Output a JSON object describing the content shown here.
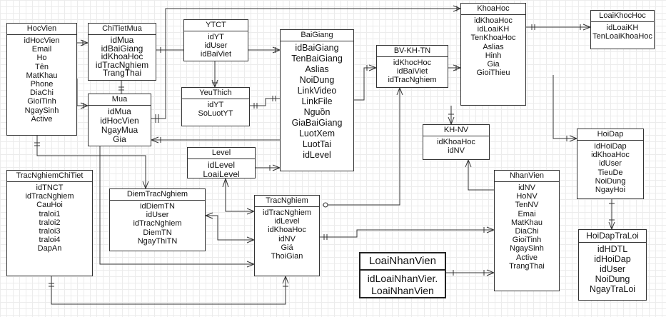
{
  "diagram": {
    "entities": [
      {
        "id": "hocvien",
        "title": "HocVien",
        "fields": [
          "idHocVien",
          "Email",
          "Ho",
          "Tên",
          "MatKhau",
          "Phone",
          "DiaChi",
          "GioiTinh",
          "NgaySinh",
          "Active"
        ]
      },
      {
        "id": "chitietmua",
        "title": "ChiTietMua",
        "fields": [
          "idMua",
          "idBaiGiang",
          "idKhoaHoc",
          "idTracNghiem",
          "TrangThai"
        ]
      },
      {
        "id": "mua",
        "title": "Mua",
        "fields": [
          "idMua",
          "idHocVien",
          "NgayMua",
          "Gia"
        ]
      },
      {
        "id": "ytct",
        "title": "YTCT",
        "fields": [
          "idYT",
          "idUser",
          "idBaiViet"
        ]
      },
      {
        "id": "yeuthich",
        "title": "YeuThich",
        "fields": [
          "idYT",
          "SoLuotYT"
        ]
      },
      {
        "id": "baigiang",
        "title": "BaiGiang",
        "fields": [
          "idBaiGiang",
          "TenBaiGiang",
          "Aslias",
          "NoiDung",
          "LinkVideo",
          "LinkFile",
          "Nguồn",
          "GiaBaiGiang",
          "LuotXem",
          "LuotTai",
          "idLevel"
        ]
      },
      {
        "id": "bvkhtn",
        "title": "BV-KH-TN",
        "fields": [
          "idKhocHoc",
          "idBaiViet",
          "idTracNghiem"
        ]
      },
      {
        "id": "khoahoc",
        "title": "KhoaHoc",
        "fields": [
          "idKhoaHoc",
          "idLoaiKH",
          "TenKhoaHoc",
          "Aslias",
          "Hinh",
          "Gia",
          "GioiThieu"
        ]
      },
      {
        "id": "loaikhoachoc",
        "title": "LoaiKhocHoc",
        "fields": [
          "idLoaiKH",
          "TenLoaiKhoaHoc"
        ]
      },
      {
        "id": "khnv",
        "title": "KH-NV",
        "fields": [
          "idKhoaHoc",
          "idNV"
        ]
      },
      {
        "id": "hoidap",
        "title": "HoiDap",
        "fields": [
          "idHoiDap",
          "idKhoaHoc",
          "idUser",
          "TieuDe",
          "NoiDung",
          "NgayHoi"
        ]
      },
      {
        "id": "hoidaptraloi",
        "title": "HoiDapTraLoi",
        "fields": [
          "idHDTL",
          "idHoiDap",
          "idUser",
          "NoiDung",
          "NgayTraLoi"
        ]
      },
      {
        "id": "level",
        "title": "Level",
        "fields": [
          "idLevel",
          "LoaiLevel"
        ]
      },
      {
        "id": "tracnghiemchitiet",
        "title": "TracNghiemChiTiet",
        "fields": [
          "idTNCT",
          "idTracNghiem",
          "CauHoi",
          "traloi1",
          "traloi2",
          "traloi3",
          "traloi4",
          "DapAn"
        ]
      },
      {
        "id": "diemtracnghiem",
        "title": "DiemTracNghiem",
        "fields": [
          "idDiemTN",
          "idUser",
          "idTracNghiem",
          "DiemTN",
          "NgayThiTN"
        ]
      },
      {
        "id": "tracnghiem",
        "title": "TracNghiem",
        "fields": [
          "idTracNghiem",
          "idLevel",
          "idKhoaHoc",
          "idNV",
          "Giá",
          "ThoiGian"
        ]
      },
      {
        "id": "loainhanvien",
        "title": "LoaiNhanVien",
        "fields": [
          "idLoaiNhanVier.",
          "LoaiNhanVien"
        ]
      },
      {
        "id": "nhanvien",
        "title": "NhanVien",
        "fields": [
          "idNV",
          "HoNV",
          "TenNV",
          "Emai",
          "MatKhau",
          "DiaChi",
          "GioiTinh",
          "NgaySinh",
          "Active",
          "TrangThai"
        ]
      }
    ]
  }
}
